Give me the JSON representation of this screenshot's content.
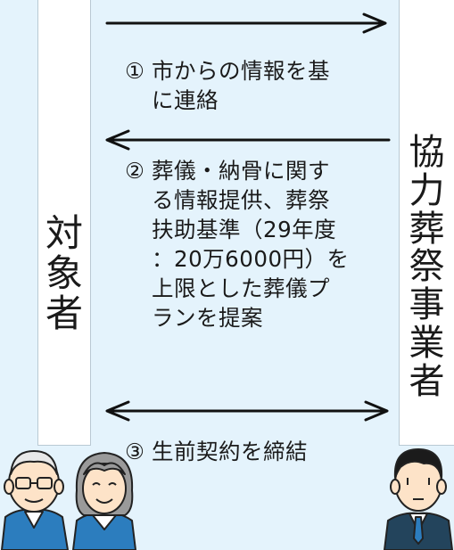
{
  "left_party": {
    "chars": [
      "対",
      "象",
      "者"
    ]
  },
  "right_party": {
    "chars": [
      "協",
      "力",
      "葬",
      "祭",
      "事",
      "業",
      "者"
    ]
  },
  "steps": [
    {
      "number": "①",
      "lines": [
        "市からの情報を基",
        "に連絡"
      ],
      "direction": "to-right"
    },
    {
      "number": "②",
      "lines": [
        "葬儀・納骨に関す",
        "る情報提供、葬祭",
        "扶助基準（29年度",
        "：20万6000円）を",
        "上限とした葬儀プ",
        "ランを提案"
      ],
      "direction": "to-left"
    },
    {
      "number": "③",
      "lines": [
        "生前契約を締結"
      ],
      "direction": "both"
    }
  ],
  "colors": {
    "background": "#e4f3fc",
    "bar": "#ffffff",
    "text": "#1a1a1a",
    "arrow": "#111111"
  }
}
